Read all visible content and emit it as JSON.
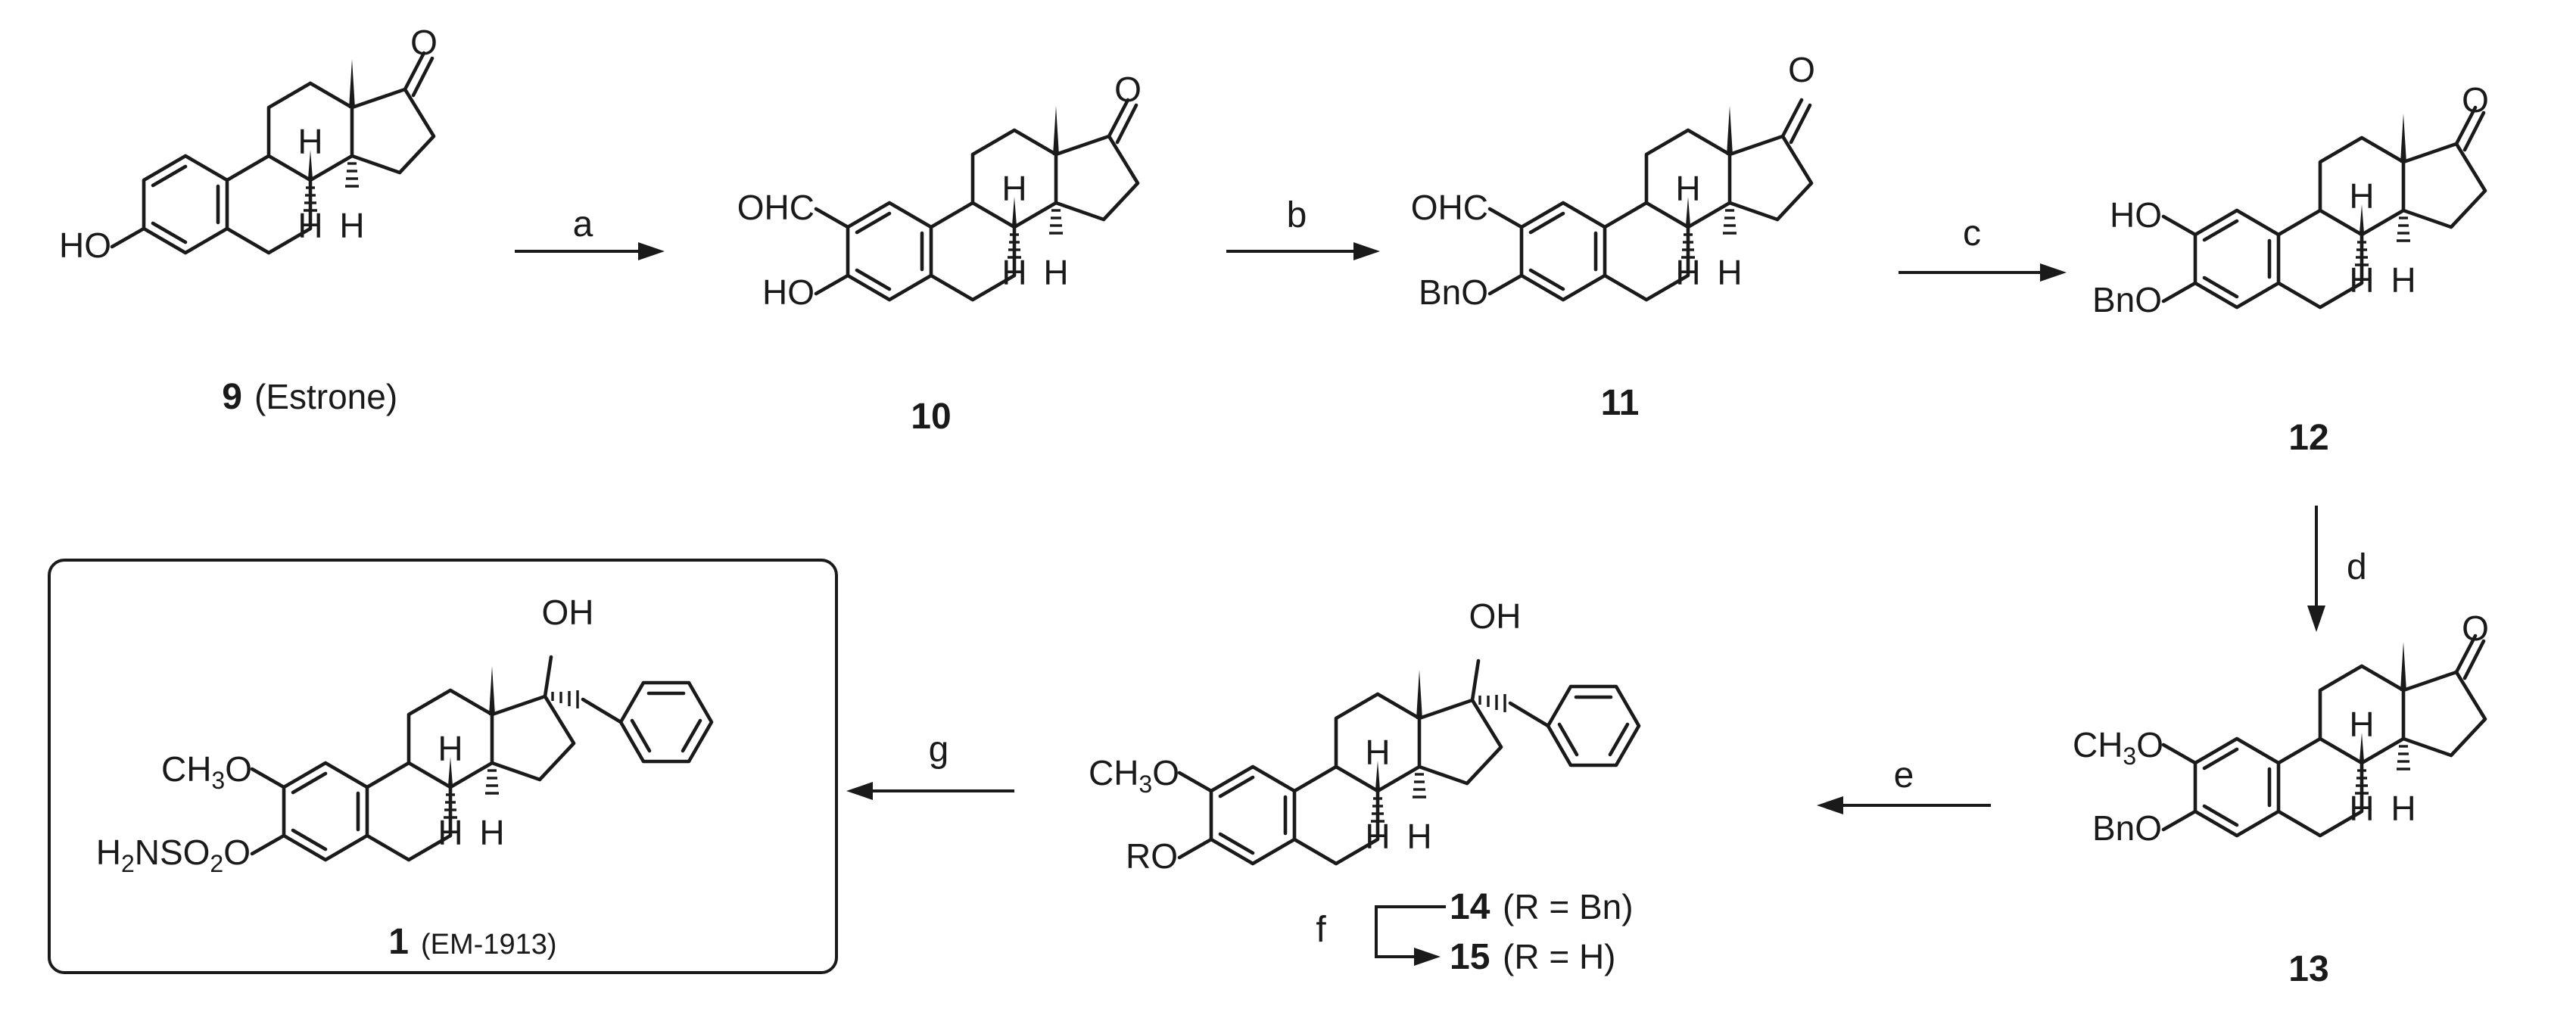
{
  "compounds": [
    {
      "id": "c9",
      "number": "9",
      "note": "(Estrone)"
    },
    {
      "id": "c10",
      "number": "10",
      "note": ""
    },
    {
      "id": "c11",
      "number": "11",
      "note": ""
    },
    {
      "id": "c12",
      "number": "12",
      "note": ""
    },
    {
      "id": "c13",
      "number": "13",
      "note": ""
    },
    {
      "id": "c14",
      "number": "14",
      "note": "(R = Bn)"
    },
    {
      "id": "c15",
      "number": "15",
      "note": "(R = H)"
    },
    {
      "id": "c1",
      "number": "1",
      "note": "(EM-1913)"
    }
  ],
  "reactions": [
    "a",
    "b",
    "c",
    "d",
    "e",
    "f",
    "g"
  ],
  "atom_labels": {
    "oxo": "O",
    "h": "H",
    "ho": "HO",
    "oh": "OH",
    "ohc": "OHC",
    "bno": "BnO",
    "ro": "RO",
    "ch3o_a": "CH",
    "ch3o_sub": "3",
    "ch3o_b": "O",
    "sulf_a": "H",
    "sulf_sub1": "2",
    "sulf_b": "NSO",
    "sulf_sub2": "2",
    "sulf_c": "O"
  }
}
